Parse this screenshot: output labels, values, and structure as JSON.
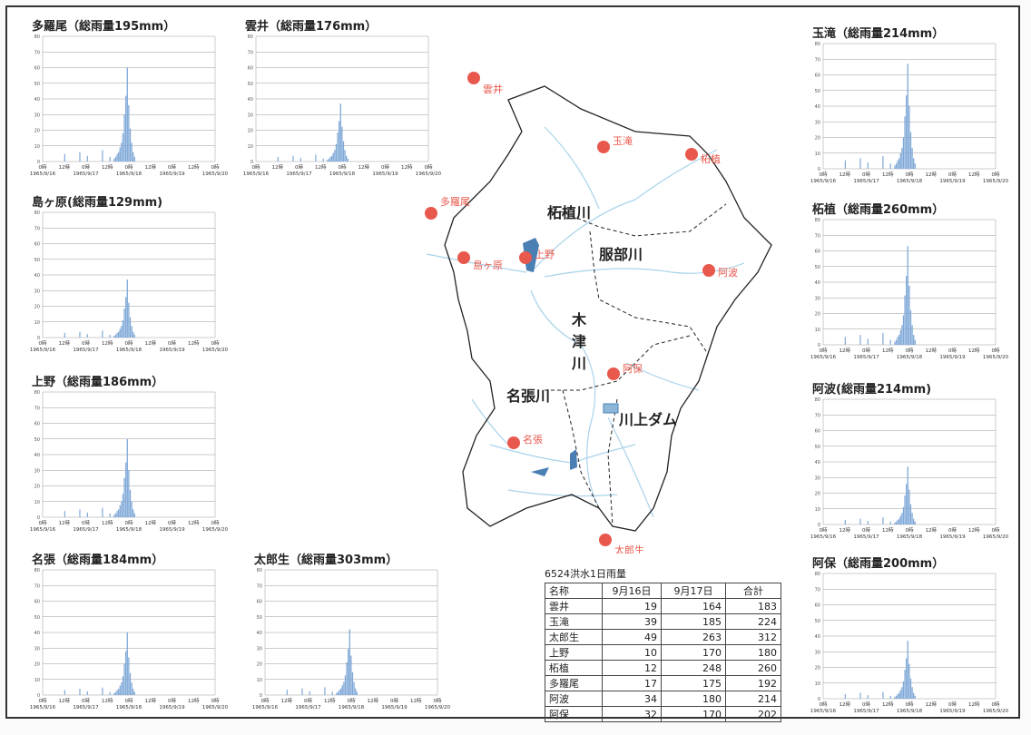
{
  "charts": [
    {
      "id": "tashirao",
      "title": "多羅尾（総雨量195mm）",
      "max": 60
    },
    {
      "id": "kumoi",
      "title": "雲井（総雨量176mm）",
      "max": 37
    },
    {
      "id": "shimagahara",
      "title": "島ヶ原(総雨量129mm)",
      "max": 37
    },
    {
      "id": "ueno",
      "title": "上野（総雨量186mm）",
      "max": 50
    },
    {
      "id": "nabari",
      "title": "名張（総雨量184mm）",
      "max": 40
    },
    {
      "id": "tarou",
      "title": "太郎生（総雨量303mm）",
      "max": 42
    },
    {
      "id": "tamataki",
      "title": "玉滝（総雨量214mm）",
      "max": 67
    },
    {
      "id": "tsuge",
      "title": "柘植（総雨量260mm）",
      "max": 63
    },
    {
      "id": "awa",
      "title": "阿波(総雨量214mm)",
      "max": 37
    },
    {
      "id": "aho",
      "title": "阿保（総雨量200mm）",
      "max": 37
    }
  ],
  "chart_data": {
    "type": "bar",
    "y_ticks": [
      "80",
      "70",
      "60",
      "50",
      "40",
      "30",
      "20",
      "10",
      "0"
    ],
    "x_ticks": [
      {
        "hour": "0時",
        "date": "1965/9/16"
      },
      {
        "hour": "12時",
        "date": ""
      },
      {
        "hour": "0時",
        "date": "1965/9/17"
      },
      {
        "hour": "12時",
        "date": ""
      },
      {
        "hour": "0時",
        "date": "1965/9/18"
      },
      {
        "hour": "12時",
        "date": ""
      },
      {
        "hour": "0時",
        "date": "1965/9/19"
      },
      {
        "hour": "12時",
        "date": ""
      },
      {
        "hour": "0時",
        "date": "1965/9/20"
      }
    ],
    "ylim": [
      0,
      80
    ]
  },
  "map": {
    "stations": [
      "雲井",
      "玉滝",
      "柘植",
      "多羅尾",
      "島ヶ原",
      "上野",
      "阿波",
      "阿保",
      "名張",
      "太郎生"
    ],
    "rivers": [
      "柘植川",
      "服部川",
      "木",
      "津",
      "川",
      "名張川",
      "川上ダム"
    ],
    "colors": {
      "station": "#e8584c",
      "river": "#a9d3ea",
      "dam": "#4a7fb4",
      "boundary": "#222"
    }
  },
  "table": {
    "title": "6524洪水1日雨量",
    "headers": [
      "名称",
      "9月16日",
      "9月17日",
      "合計"
    ],
    "rows": [
      [
        "雲井",
        "19",
        "164",
        "183"
      ],
      [
        "玉滝",
        "39",
        "185",
        "224"
      ],
      [
        "太郎生",
        "49",
        "263",
        "312"
      ],
      [
        "上野",
        "10",
        "170",
        "180"
      ],
      [
        "柘植",
        "12",
        "248",
        "260"
      ],
      [
        "多羅尾",
        "17",
        "175",
        "192"
      ],
      [
        "阿波",
        "34",
        "180",
        "214"
      ],
      [
        "阿保",
        "32",
        "170",
        "202"
      ]
    ]
  }
}
